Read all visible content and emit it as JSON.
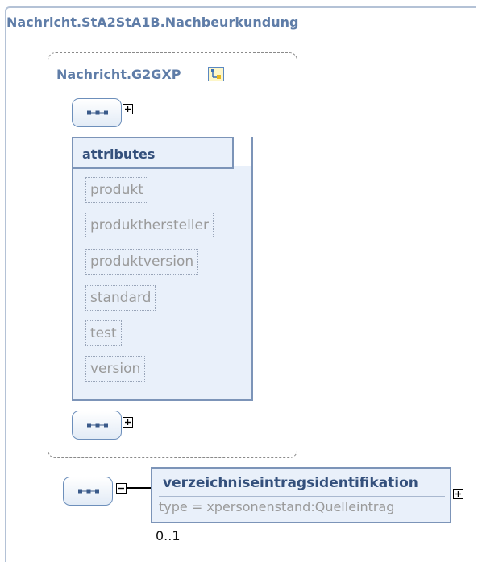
{
  "outer": {
    "title": "Nachricht.StA2StA1B.Nachbeurkundung"
  },
  "inner": {
    "title": "Nachricht.G2GXP"
  },
  "attributes": {
    "label": "attributes",
    "items": [
      "produkt",
      "produkthersteller",
      "produktversion",
      "standard",
      "test",
      "version"
    ]
  },
  "element": {
    "name": "verzeichniseintragsidentifikation",
    "type": "type = xpersonenstand:Quelleintrag",
    "cardinality": "0..1"
  },
  "colors": {
    "title": "#5f7da8",
    "box_border": "#7c94b8",
    "box_fill": "#e9f0fa",
    "dashed_border": "#8a8a8a",
    "attr_text": "#9a9a9a"
  },
  "icons": {
    "sequence": "sequence-compositor-icon",
    "expand": "expand-plus-icon",
    "collapse": "collapse-minus-icon",
    "complex_type": "complex-type-icon"
  }
}
